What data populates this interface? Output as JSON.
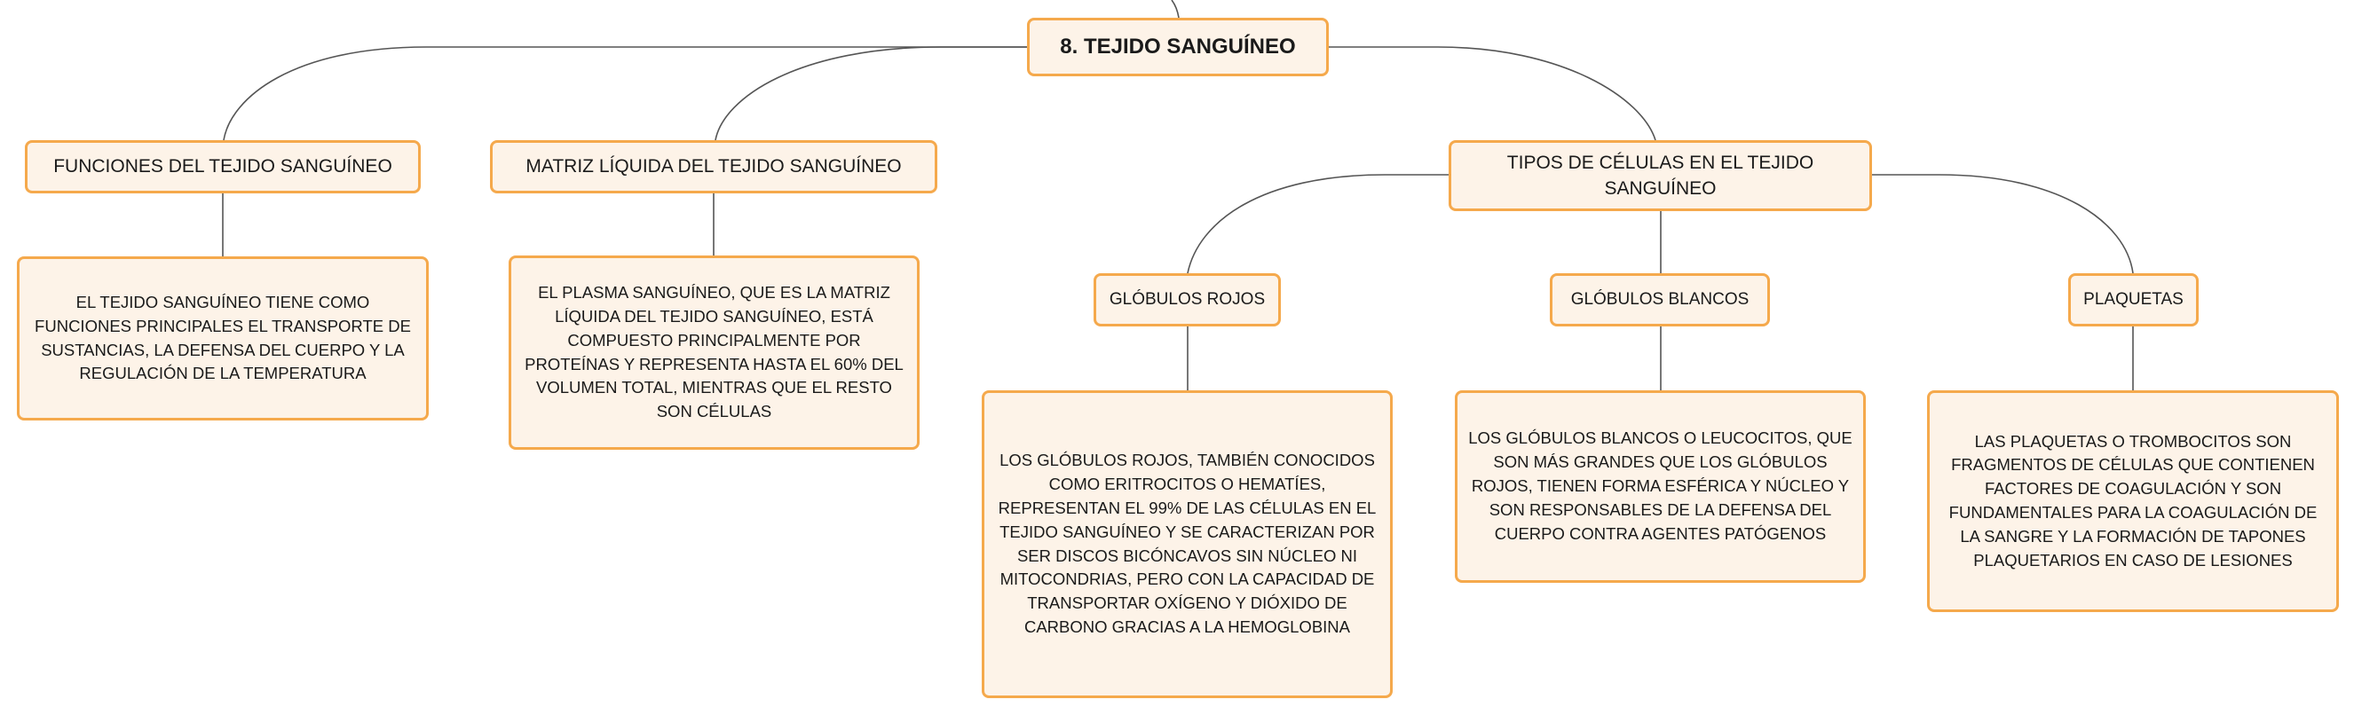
{
  "root": {
    "label": "8. TEJIDO SANGUÍNEO"
  },
  "branches": [
    {
      "label": "FUNCIONES DEL TEJIDO SANGUÍNEO",
      "detail": "EL TEJIDO SANGUÍNEO TIENE COMO FUNCIONES PRINCIPALES EL TRANSPORTE DE SUSTANCIAS, LA DEFENSA DEL CUERPO Y LA REGULACIÓN DE LA TEMPERATURA"
    },
    {
      "label": "MATRIZ LÍQUIDA DEL TEJIDO SANGUÍNEO",
      "detail": "EL PLASMA SANGUÍNEO, QUE ES LA MATRIZ LÍQUIDA DEL TEJIDO SANGUÍNEO, ESTÁ COMPUESTO PRINCIPALMENTE POR PROTEÍNAS Y REPRESENTA HASTA EL 60% DEL VOLUMEN TOTAL, MIENTRAS QUE EL RESTO SON CÉLULAS"
    },
    {
      "label": "TIPOS DE CÉLULAS EN EL TEJIDO SANGUÍNEO",
      "children": [
        {
          "label": "GLÓBULOS ROJOS",
          "detail": "LOS GLÓBULOS ROJOS, TAMBIÉN CONOCIDOS COMO ERITROCITOS O HEMATÍES, REPRESENTAN EL 99% DE LAS CÉLULAS EN EL TEJIDO SANGUÍNEO Y SE CARACTERIZAN POR SER DISCOS BICÓNCAVOS SIN NÚCLEO NI MITOCONDRIAS, PERO CON LA CAPACIDAD DE TRANSPORTAR OXÍGENO Y DIÓXIDO DE CARBONO GRACIAS A LA HEMOGLOBINA"
        },
        {
          "label": "GLÓBULOS BLANCOS",
          "detail": "LOS GLÓBULOS BLANCOS O LEUCOCITOS, QUE SON MÁS GRANDES QUE LOS GLÓBULOS ROJOS, TIENEN FORMA ESFÉRICA Y NÚCLEO Y SON RESPONSABLES DE LA DEFENSA DEL CUERPO CONTRA AGENTES PATÓGENOS"
        },
        {
          "label": "PLAQUETAS",
          "detail": "LAS PLAQUETAS O TROMBOCITOS SON FRAGMENTOS DE CÉLULAS QUE CONTIENEN FACTORES DE COAGULACIÓN Y SON FUNDAMENTALES PARA LA COAGULACIÓN DE LA SANGRE Y LA FORMACIÓN DE TAPONES PLAQUETARIOS EN CASO DE LESIONES"
        }
      ]
    }
  ],
  "colors": {
    "node_fill": "#fdf3e8",
    "node_border": "#f5a94c",
    "connector": "#555555",
    "text": "#1a1a1a"
  }
}
